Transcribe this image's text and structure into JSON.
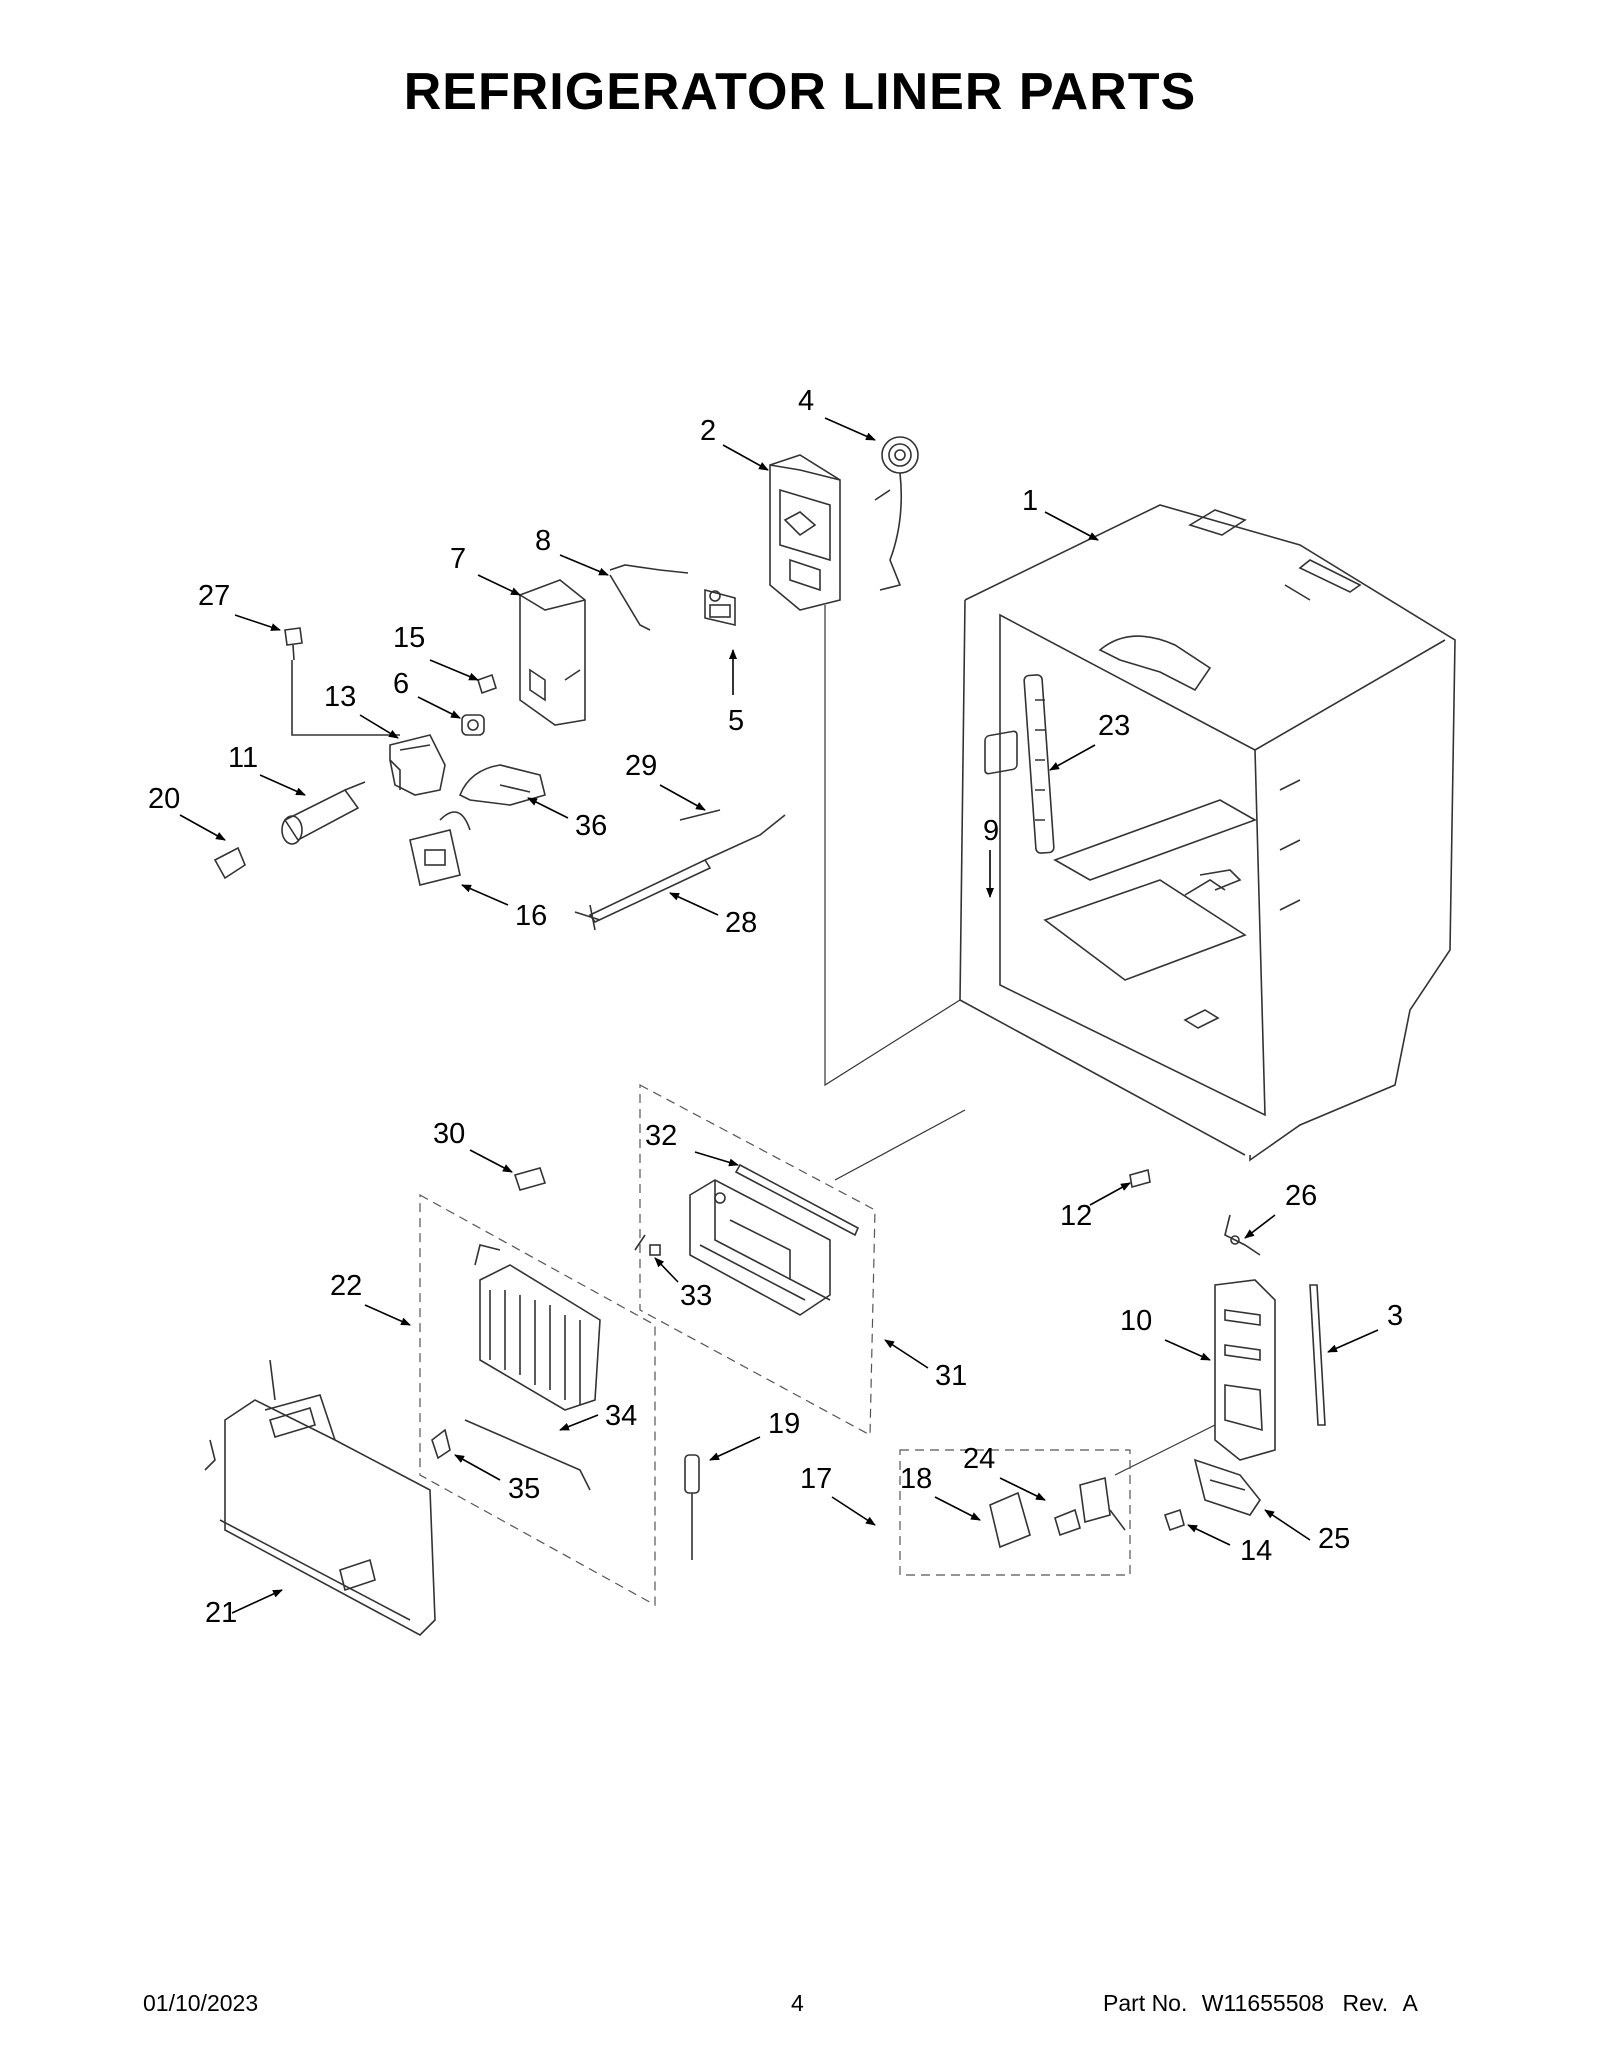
{
  "title": "REFRIGERATOR LINER PARTS",
  "callouts": [
    "1",
    "2",
    "3",
    "4",
    "5",
    "6",
    "7",
    "8",
    "9",
    "10",
    "11",
    "12",
    "13",
    "14",
    "15",
    "16",
    "17",
    "18",
    "19",
    "20",
    "21",
    "22",
    "23",
    "24",
    "25",
    "26",
    "27",
    "28",
    "29",
    "30",
    "31",
    "32",
    "33",
    "34",
    "35",
    "36"
  ],
  "footer": {
    "date": "01/10/2023",
    "page": "4",
    "part_label": "Part No.",
    "part_number": "W11655508",
    "rev_label": "Rev.",
    "rev": "A"
  }
}
